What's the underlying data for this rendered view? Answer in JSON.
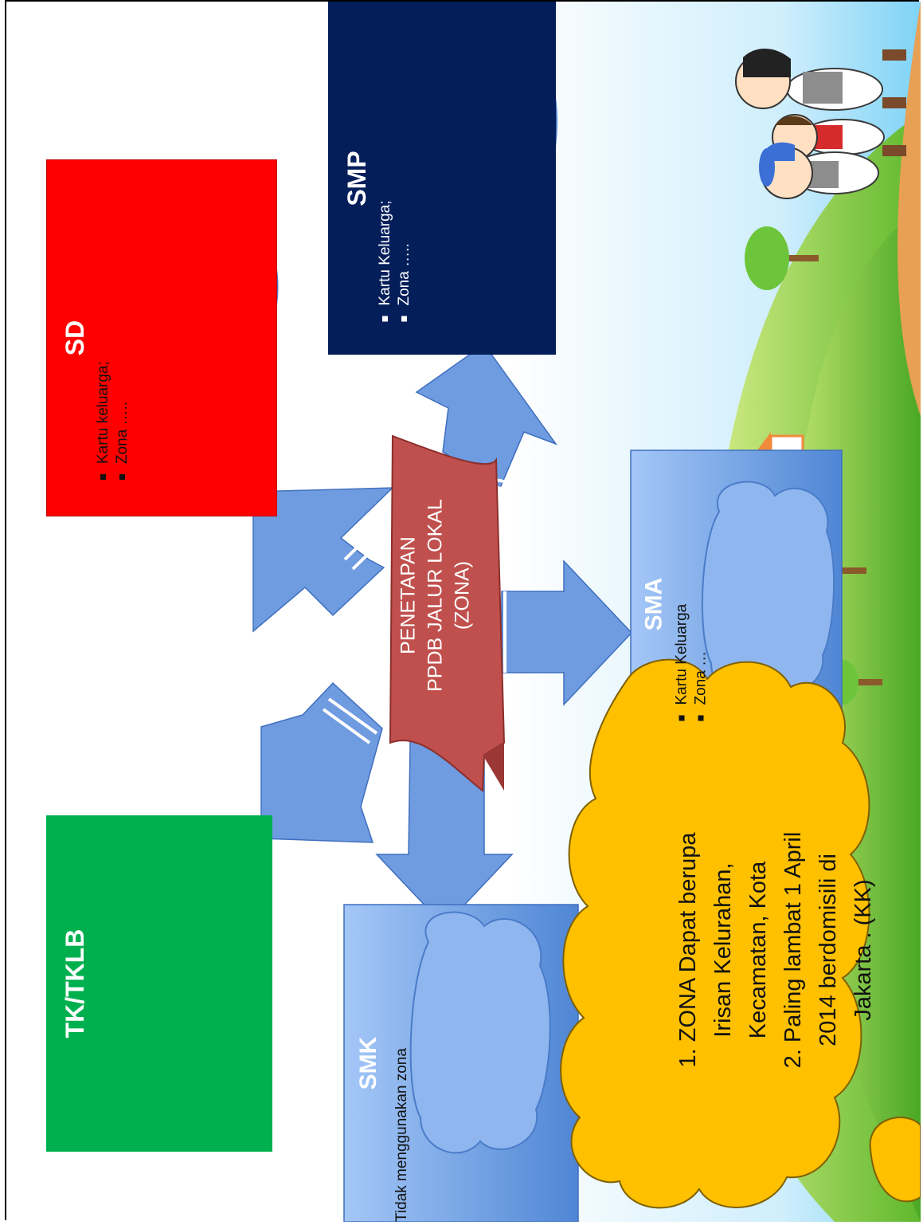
{
  "banner": {
    "line1": "PENETAPAN",
    "line2": "PPDB JALUR LOKAL",
    "line3": "(ZONA)"
  },
  "sd": {
    "title": "SD",
    "items": [
      "Kartu keluarga;",
      "Zona ….."
    ]
  },
  "smp": {
    "title": "SMP",
    "items": [
      "Kartu Keluarga;",
      "Zona ….."
    ]
  },
  "sma": {
    "title": "SMA",
    "items": [
      "Kartu Keluarga",
      "Zona …"
    ]
  },
  "smk": {
    "title": "SMK",
    "note": "Tidak menggunakan zona"
  },
  "tk": {
    "title": "TK/TKLB"
  },
  "callout": {
    "line1": "1. ZONA  Dapat berupa",
    "line2": "Irisan Kelurahan,",
    "line3": "Kecamatan, Kota",
    "line4": "2. Paling lambat 1 April",
    "line5": "2014 berdomisili di",
    "line6": "Jakarta . (KK)"
  },
  "colors": {
    "sd": "#ff0000",
    "smp": "#041e5a",
    "tk": "#00b04f",
    "callout": "#ffc000",
    "banner": "#c0504d",
    "arrow": "#6f9be0"
  },
  "icons": [
    "cloud-icon",
    "school-children-illustration"
  ]
}
